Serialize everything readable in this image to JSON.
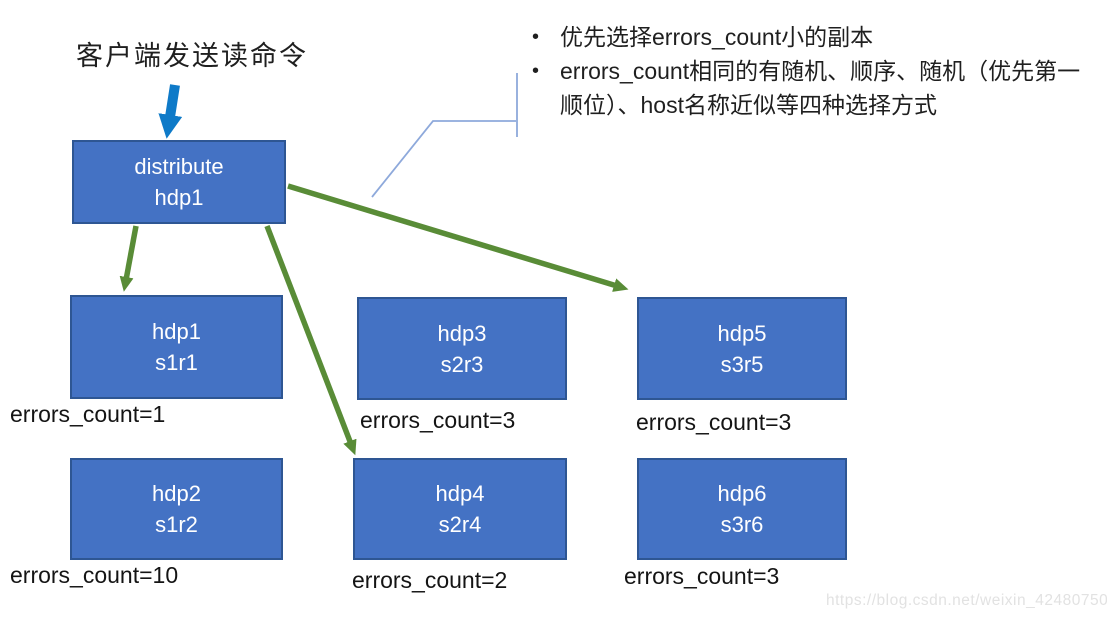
{
  "title": "客户端发送读命令",
  "notes": {
    "bullets": [
      "优先选择errors_count小的副本",
      "errors_count相同的有随机、顺序、随机（优先第一顺位）、host名称近似等四种选择方式"
    ]
  },
  "distribute_node": {
    "line1": "distribute",
    "line2": "hdp1"
  },
  "nodes": [
    {
      "host": "hdp1",
      "replica": "s1r1",
      "errors_label": "errors_count=1"
    },
    {
      "host": "hdp3",
      "replica": "s2r3",
      "errors_label": "errors_count=3"
    },
    {
      "host": "hdp5",
      "replica": "s3r5",
      "errors_label": "errors_count=3"
    },
    {
      "host": "hdp2",
      "replica": "s1r2",
      "errors_label": "errors_count=10"
    },
    {
      "host": "hdp4",
      "replica": "s2r4",
      "errors_label": "errors_count=2"
    },
    {
      "host": "hdp6",
      "replica": "s3r6",
      "errors_label": "errors_count=3"
    }
  ],
  "arrows": {
    "client_to_distribute": "blue",
    "distribute_to": [
      "hdp1",
      "hdp4",
      "hdp5"
    ]
  },
  "watermark": "https://blog.csdn.net/weixin_42480750",
  "colors": {
    "node_fill": "#4472C4",
    "node_border": "#2E5693",
    "node_text": "#FFFFFF",
    "arrow_green": "#598C37",
    "arrow_blue": "#0E7AC8",
    "callout_line": "#8EA9DB",
    "label_text": "#141414",
    "watermark_text": "#E2E2E2"
  }
}
